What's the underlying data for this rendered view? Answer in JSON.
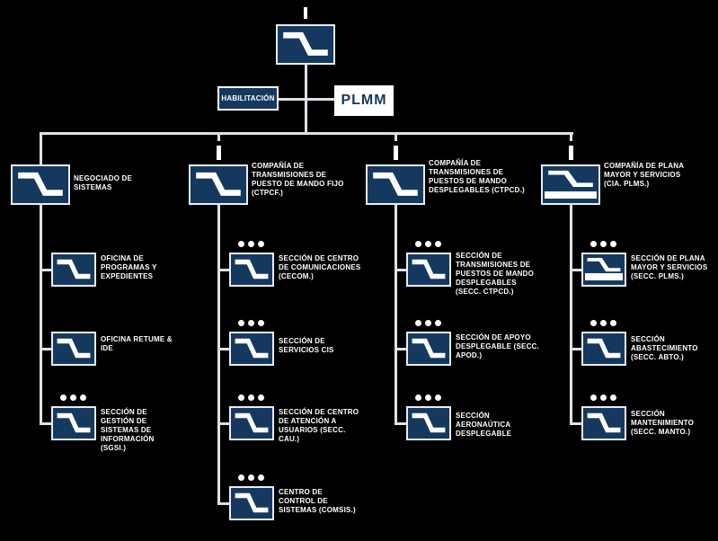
{
  "colors": {
    "background": "#000000",
    "unit_box_fill": "#15395E",
    "unit_box_border": "#E8EDF2",
    "connector": "#DCE2E8",
    "text": "#FFFFFF",
    "plmm_box_fill": "#FFFFFF",
    "plmm_text": "#15395E"
  },
  "root": {
    "symbol": "signal-unit",
    "echelon": "I"
  },
  "command_group": {
    "habilitacion": "HABILITACIÓN",
    "plmm": "PLMM"
  },
  "columns": [
    {
      "label": "NEGOCIADO DE SISTEMAS",
      "echelon": "",
      "children": [
        {
          "label": "OFICINA DE PROGRAMAS Y EXPEDIENTES",
          "dots": false
        },
        {
          "label": "OFICINA RETUME & IDE",
          "dots": false
        },
        {
          "label": "SECCIÓN DE GESTIÓN DE SISTEMAS DE INFORMACIÓN (SGSI.)",
          "dots": true
        }
      ]
    },
    {
      "label": "COMPAÑÍA DE TRANSMISIONES DE PUESTO DE MANDO FIJO (CTPCF.)",
      "echelon": "I",
      "children": [
        {
          "label": "SECCIÓN DE CENTRO DE COMUNICACIONES (CECOM.)",
          "dots": true
        },
        {
          "label": "SECCIÓN DE SERVICIOS CIS",
          "dots": true
        },
        {
          "label": "SECCIÓN DE CENTRO DE ATENCIÓN A USUARIOS (SECC. CAU.)",
          "dots": true
        },
        {
          "label": "CENTRO DE CONTROL DE SISTEMAS (COMSIS.)",
          "dots": true
        }
      ]
    },
    {
      "label": "COMPAÑÍA DE TRANSMISIONES DE PUESTOS DE MANDO DESPLEGABLES (CTPCD.)",
      "echelon": "I",
      "children": [
        {
          "label": "SECCIÓN DE TRANSMISIONES DE PUESTOS DE MANDO DESPLEGABLES (SECC. CTPCD.)",
          "dots": true
        },
        {
          "label": "SECCIÓN DE APOYO DESPLEGABLE (SECC. APOD.)",
          "dots": true
        },
        {
          "label": "SECCIÓN AERONAÚTICA DESPLEGABLE",
          "dots": true
        }
      ]
    },
    {
      "label": "COMPAÑÍA DE PLANA MAYOR Y SERVICIOS (CIA. PLMS.)",
      "echelon": "I",
      "hq_band": true,
      "children": [
        {
          "label": "SECCIÓN DE PLANA MAYOR Y SERVICIOS (SECC. PLMS.)",
          "dots": true,
          "hq_band": true
        },
        {
          "label": "SECCIÓN ABASTECIMIENTO (SECC. ABTO.)",
          "dots": true
        },
        {
          "label": "SECCIÓN MANTENIMIENTO (SECC. MANTO.)",
          "dots": true
        }
      ]
    }
  ]
}
